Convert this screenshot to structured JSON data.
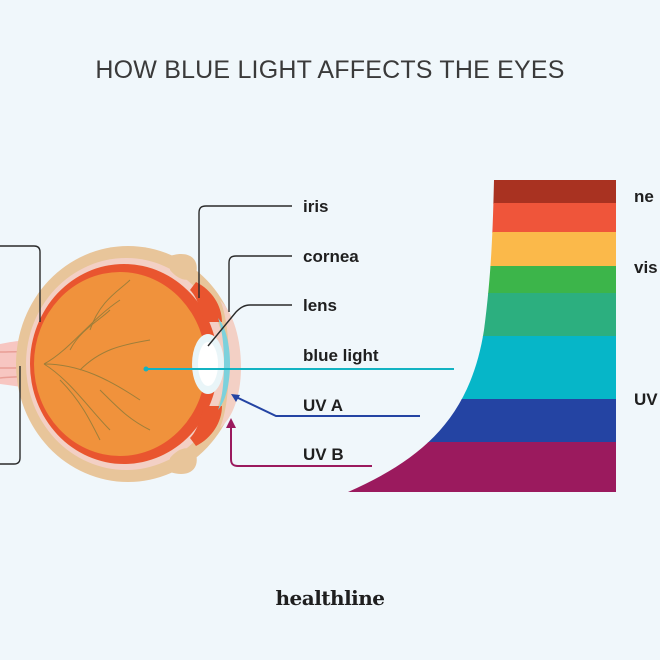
{
  "title": "HOW BLUE LIGHT AFFECTS THE EYES",
  "labels": {
    "iris": "iris",
    "cornea": "cornea",
    "lens": "lens",
    "blue_light": "blue light",
    "uva": "UV A",
    "uvb": "UV B"
  },
  "spectrum_labels": {
    "near": "ne",
    "visible": "vis",
    "uv": "UV"
  },
  "spectrum_colors": [
    "#a93221",
    "#ef553a",
    "#fbb94a",
    "#3cb54a",
    "#2caf7f",
    "#06b6c8",
    "#2444a3",
    "#9b1a5e"
  ],
  "ray_colors": {
    "blue_light": "#13b3c2",
    "uva": "#2444a3",
    "uvb": "#9b1a5e"
  },
  "brand": "healthline"
}
